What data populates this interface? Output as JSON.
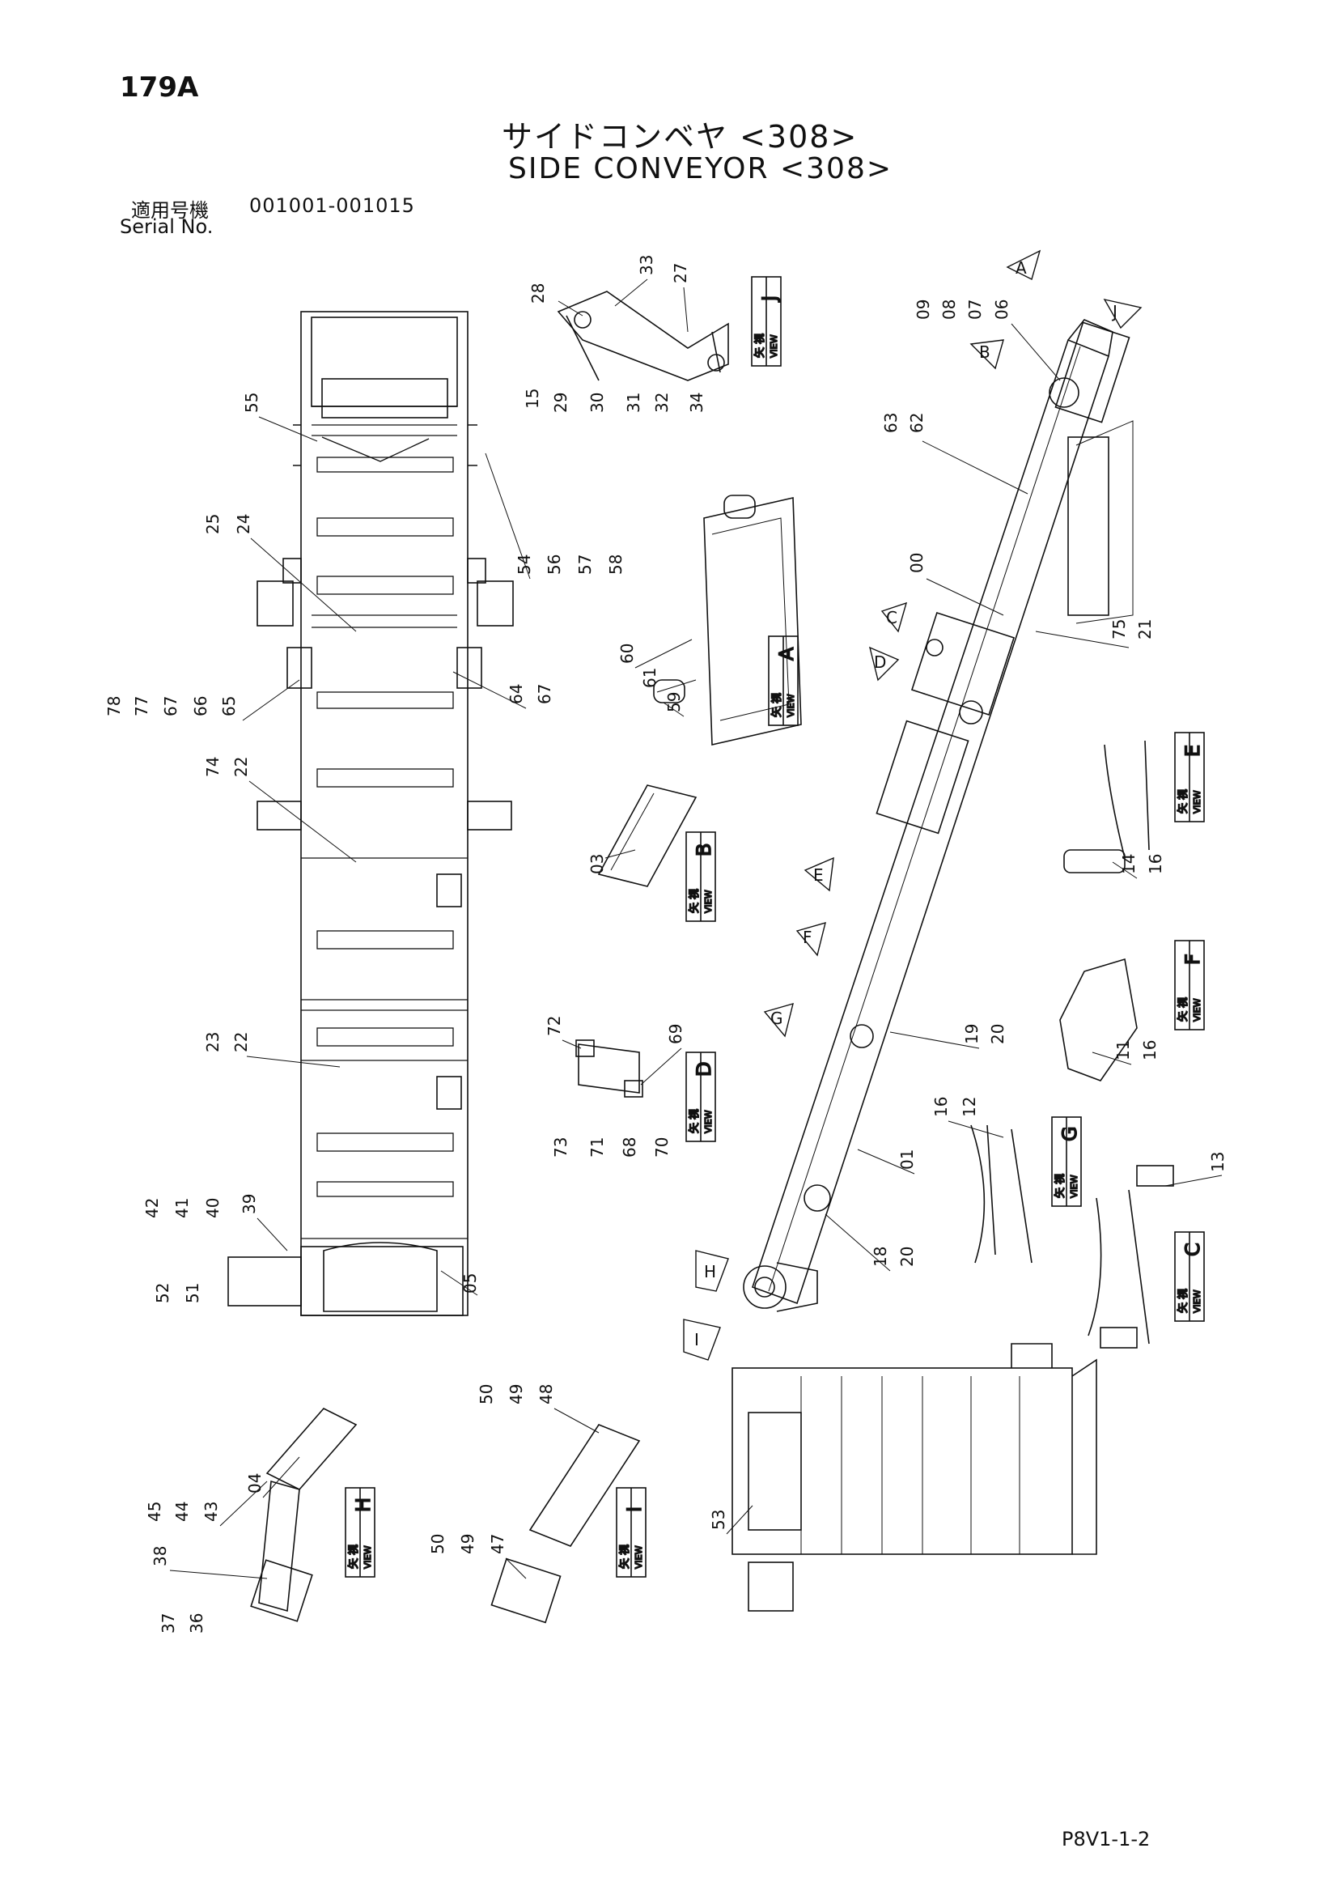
{
  "header": {
    "page_number": "179A",
    "title_jp": "サイドコンベヤ <308>",
    "title_en": "SIDE CONVEYOR <308>",
    "serial_label_jp": "適用号機",
    "serial_range": "001001-001015",
    "serial_label_en": "Serial No."
  },
  "footer": {
    "doc_code": "P8V1-1-2"
  },
  "views": [
    {
      "id": "J",
      "kanji": "矢 視",
      "word": "VIEW",
      "letter": "J"
    },
    {
      "id": "A",
      "kanji": "矢 視",
      "word": "VIEW",
      "letter": "A"
    },
    {
      "id": "B",
      "kanji": "矢 視",
      "word": "VIEW",
      "letter": "B"
    },
    {
      "id": "D",
      "kanji": "矢 視",
      "word": "VIEW",
      "letter": "D"
    },
    {
      "id": "E",
      "kanji": "矢 視",
      "word": "VIEW",
      "letter": "E"
    },
    {
      "id": "F",
      "kanji": "矢 視",
      "word": "VIEW",
      "letter": "F"
    },
    {
      "id": "G",
      "kanji": "矢 視",
      "word": "VIEW",
      "letter": "G"
    },
    {
      "id": "C",
      "kanji": "矢 視",
      "word": "VIEW",
      "letter": "C"
    },
    {
      "id": "H",
      "kanji": "矢 視",
      "word": "VIEW",
      "letter": "H"
    },
    {
      "id": "I",
      "kanji": "矢 視",
      "word": "VIEW",
      "letter": "I"
    }
  ],
  "arrow_markers": [
    "A",
    "J",
    "B",
    "C",
    "D",
    "E",
    "F",
    "G",
    "H",
    "I"
  ],
  "callouts": {
    "view_j": [
      "28",
      "33",
      "27",
      "15",
      "29",
      "30",
      "31",
      "32",
      "34"
    ],
    "main_top_right": [
      "09",
      "08",
      "07",
      "06",
      "63",
      "62",
      "00",
      "75",
      "21"
    ],
    "left_conveyor": [
      "55",
      "25",
      "24",
      "54",
      "56",
      "57",
      "58",
      "78",
      "77",
      "67",
      "66",
      "65",
      "64",
      "67",
      "74",
      "22",
      "23",
      "22",
      "42",
      "41",
      "40",
      "39",
      "52",
      "51",
      "05"
    ],
    "view_a": [
      "60",
      "61",
      "59"
    ],
    "view_b": [
      "03"
    ],
    "view_e": [
      "14",
      "16"
    ],
    "view_f": [
      "11",
      "16"
    ],
    "main_mid": [
      "19",
      "20",
      "01",
      "18",
      "20"
    ],
    "view_d": [
      "72",
      "69",
      "73",
      "71",
      "68",
      "70"
    ],
    "view_g": [
      "16",
      "12"
    ],
    "view_c": [
      "13"
    ],
    "view_h": [
      "45",
      "44",
      "43",
      "38",
      "04",
      "37",
      "36"
    ],
    "view_i": [
      "50",
      "49",
      "48",
      "50",
      "49",
      "47"
    ],
    "bottom_right": [
      "53"
    ]
  }
}
